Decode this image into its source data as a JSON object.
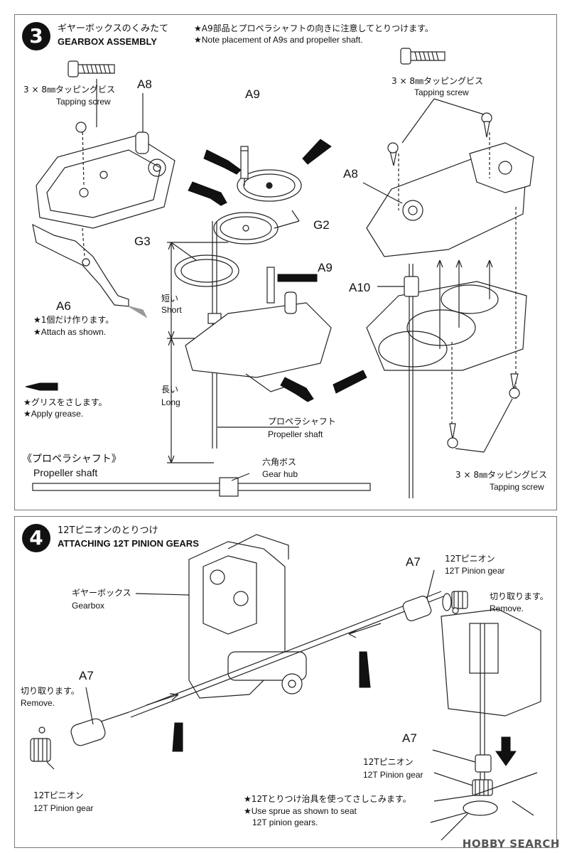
{
  "step3": {
    "number": "3",
    "title_jp": "ギヤーボックスのくみたて",
    "title_en": "GEARBOX ASSEMBLY",
    "note_jp": "★A9部品とプロペラシャフトの向きに注意してとりつけます。",
    "note_en": "★Note placement of A9s and propeller shaft.",
    "screw_left_jp": "3 × 8㎜タッピングビス",
    "screw_left_en": "Tapping screw",
    "screw_right_jp": "3 × 8㎜タッピングビス",
    "screw_right_en": "Tapping screw",
    "screw_bottom_jp": "3 × 8㎜タッピングビス",
    "screw_bottom_en": "Tapping screw",
    "parts": {
      "a8_left": "A8",
      "a9_top": "A9",
      "a9_mid": "A9",
      "g2": "G2",
      "g3": "G3",
      "a8_right": "A8",
      "a10": "A10",
      "a6": "A6"
    },
    "a6_note_jp": "★1個だけ作ります。",
    "a6_note_en": "★Attach as shown.",
    "short_jp": "短い",
    "short_en": "Short",
    "long_jp": "長い",
    "long_en": "Long",
    "grease_jp": "★グリスをさします。",
    "grease_en": "★Apply grease.",
    "prop_label_jp": "プロペラシャフト",
    "prop_label_en": "Propeller shaft",
    "prop_title_jp": "《プロペラシャフト》",
    "prop_title_en": "Propeller shaft",
    "hub_jp": "六角ボス",
    "hub_en": "Gear hub"
  },
  "step4": {
    "number": "4",
    "title_jp": "12Tピニオンのとりつけ",
    "title_en": "ATTACHING 12T PINION GEARS",
    "gearbox_jp": "ギヤーボックス",
    "gearbox_en": "Gearbox",
    "a7_left": "A7",
    "a7_right": "A7",
    "a7_bottom": "A7",
    "pinion_right_jp": "12Tピニオン",
    "pinion_right_en": "12T Pinion gear",
    "remove_right_jp": "切り取ります。",
    "remove_right_en": "Remove.",
    "remove_left_jp": "切り取ります。",
    "remove_left_en": "Remove.",
    "pinion_left_jp": "12Tピニオン",
    "pinion_left_en": "12T Pinion gear",
    "pinion_bottom_jp": "12Tピニオン",
    "pinion_bottom_en": "12T Pinion gear",
    "sprue_note_jp": "★12Tとりつけ治具を使ってさしこみます。",
    "sprue_note_en1": "★Use sprue as shown to seat",
    "sprue_note_en2": "12T pinion gears."
  },
  "watermark": "HOBBY SEARCH"
}
